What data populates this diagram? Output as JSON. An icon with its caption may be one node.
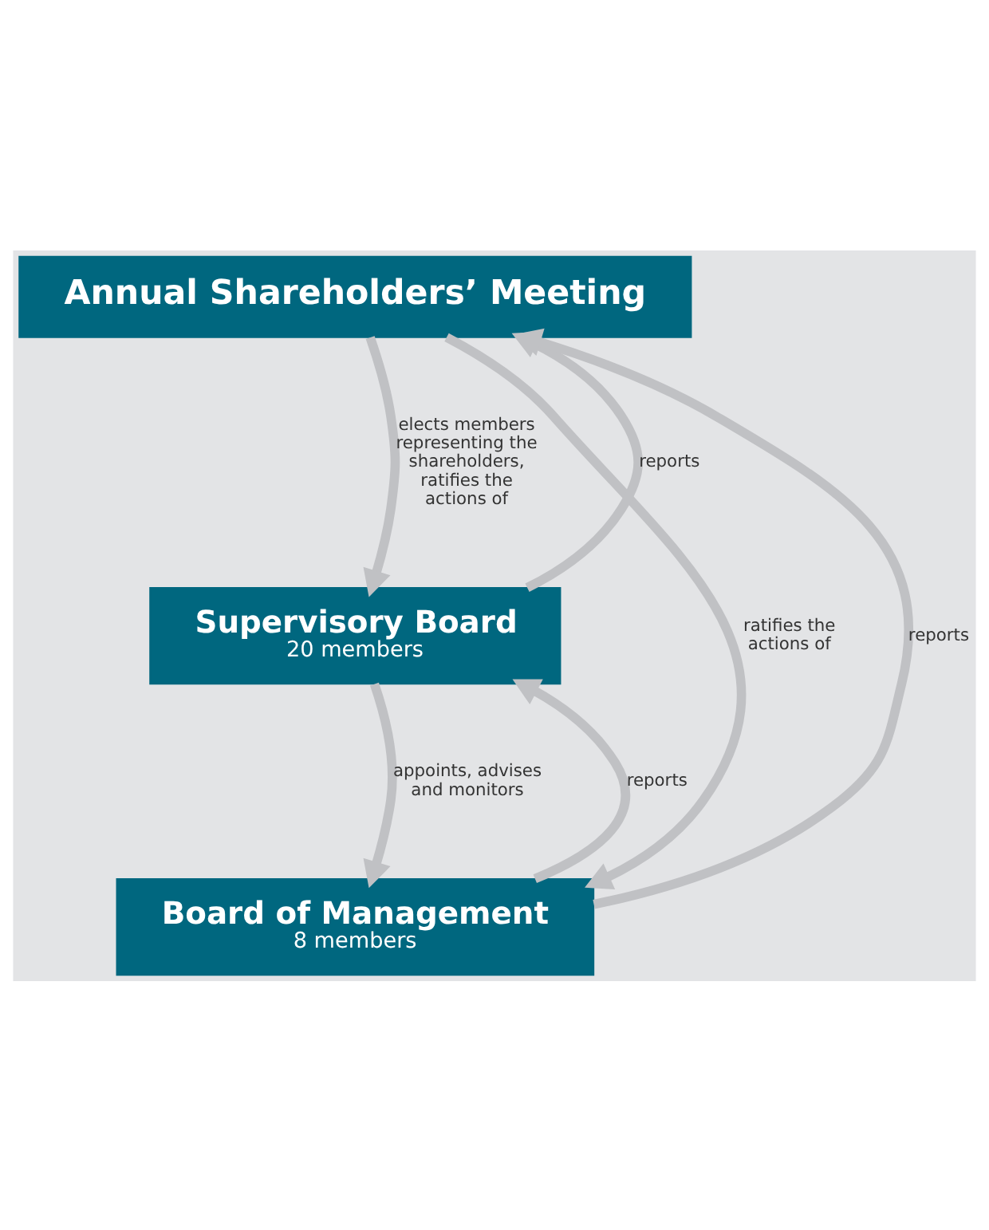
{
  "diagram": {
    "nodes": [
      {
        "text": [
          "Annual Shareholders’ Meeting"
        ]
      },
      {
        "text": [
          "Supervisory Board",
          "20 members"
        ]
      },
      {
        "text": [
          "Board of Management",
          "8 members"
        ]
      }
    ],
    "edges": [
      {
        "from": 2,
        "to": 0,
        "arrow": "to",
        "label": "reports"
      },
      {
        "from": 1,
        "to": 0,
        "arrow": "to",
        "label": "reports"
      },
      {
        "from": 0,
        "to": 1,
        "arrow": "to",
        "label": "elects members representing the shareholders, ratifies the actions of"
      },
      {
        "from": 0,
        "to": 2,
        "arrow": "to",
        "label": "ratifies the actions of"
      },
      {
        "from": 2,
        "to": 1,
        "arrow": "to",
        "label": "reports"
      },
      {
        "from": 1,
        "to": 2,
        "arrow": "to",
        "label": "appoints, advises and monitors"
      }
    ]
  }
}
